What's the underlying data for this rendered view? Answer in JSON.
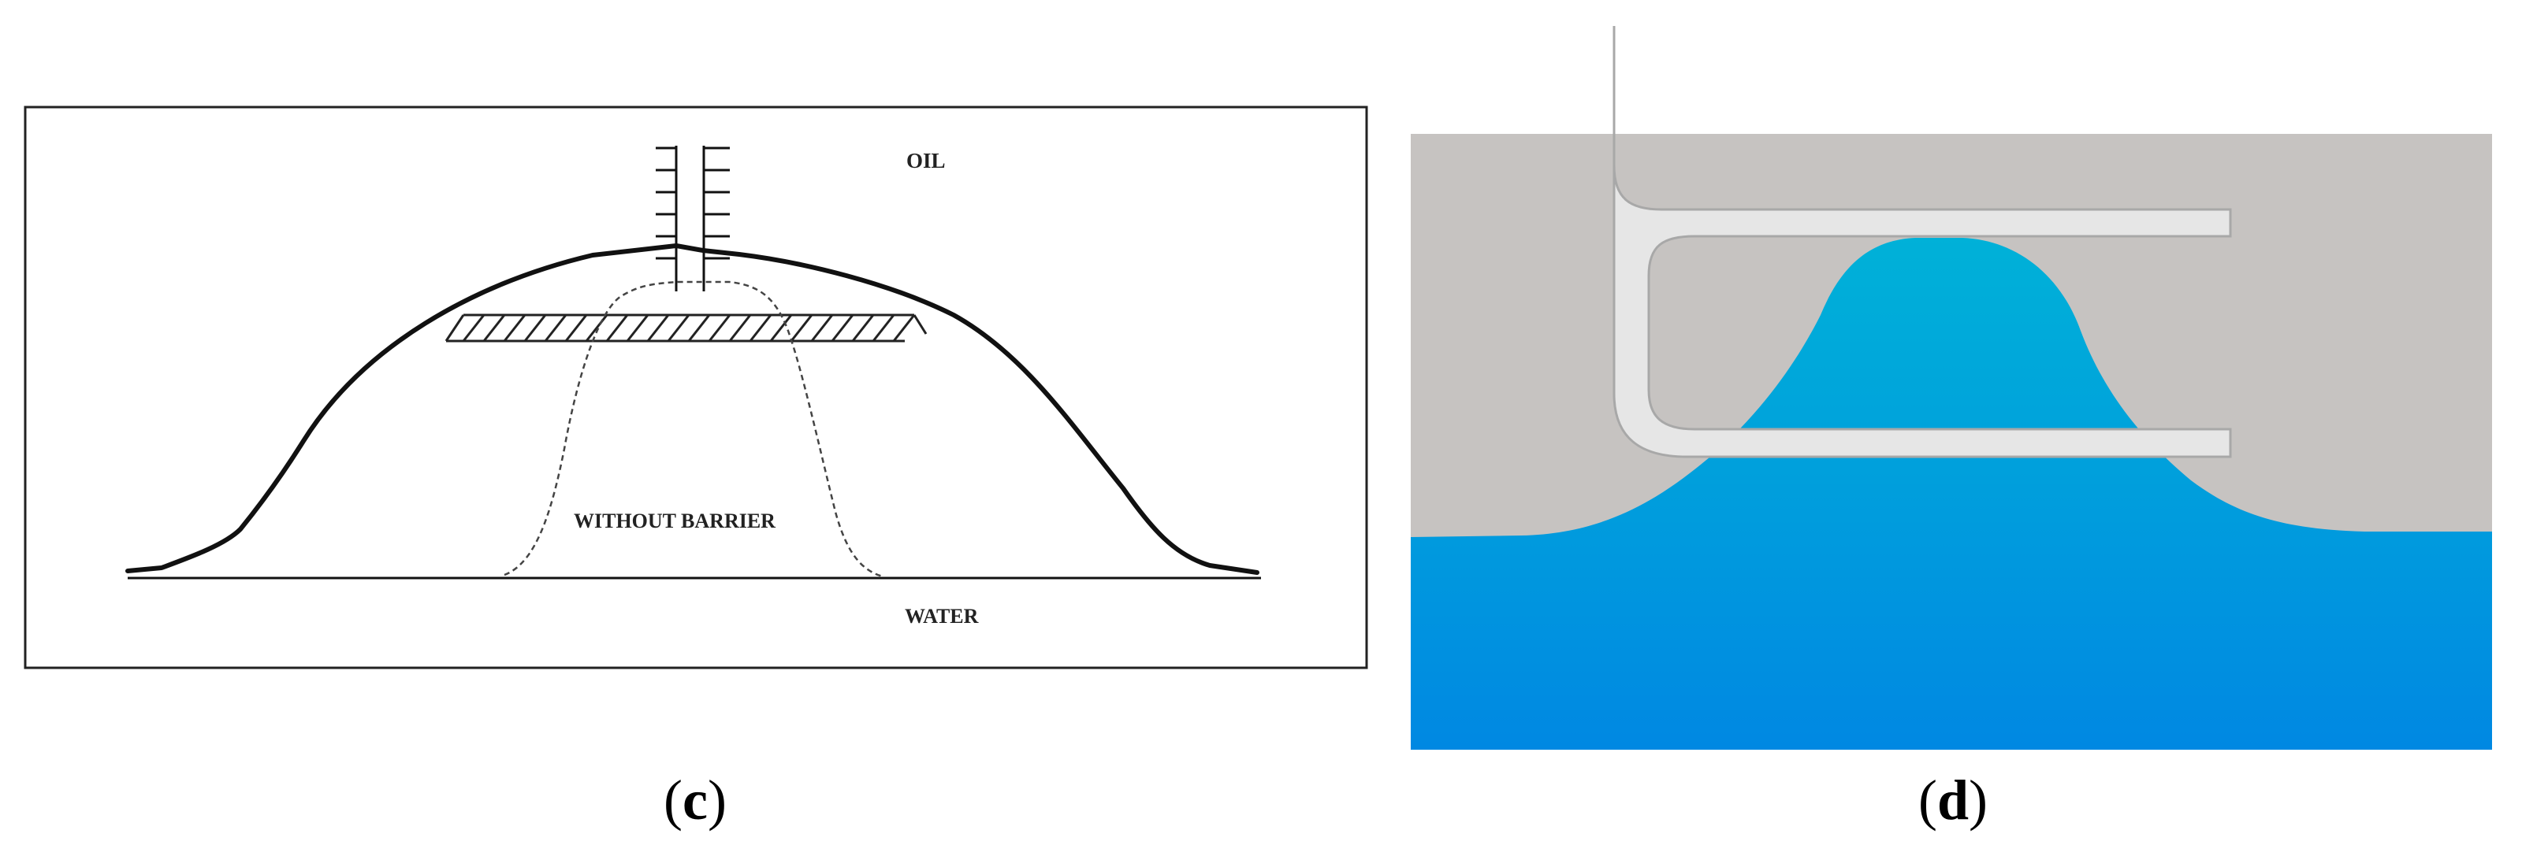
{
  "panel_c": {
    "label_oil": "OIL",
    "label_without_barrier": "WITHOUT BARRIER",
    "label_water": "WATER",
    "caption": {
      "open": "(",
      "letter": "c",
      "close": ")"
    }
  },
  "panel_d": {
    "caption": {
      "open": "(",
      "letter": "d",
      "close": ")"
    }
  },
  "colors": {
    "oil_rock": "#c6c3c1",
    "water_top": "#00a7d8",
    "water_bottom": "#0088e2",
    "well_pipe": "#e8e8e8",
    "line": "#111111"
  }
}
